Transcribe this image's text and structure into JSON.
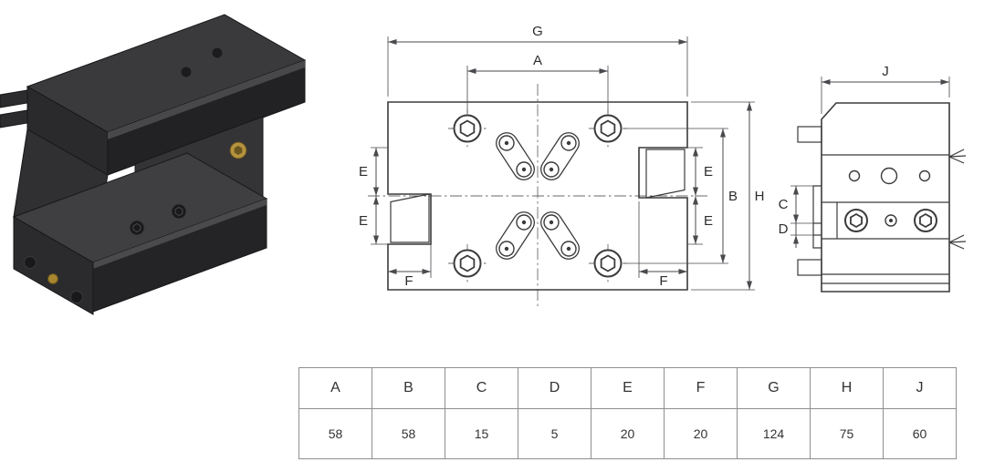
{
  "views": {
    "front": {
      "g": "G",
      "a": "A",
      "e_left_upper": "E",
      "e_left_lower": "E",
      "e_right_upper": "E",
      "e_right_lower": "E",
      "b": "B",
      "h": "H",
      "f_left": "F",
      "f_right": "F"
    },
    "side": {
      "j": "J",
      "c": "C",
      "d": "D"
    }
  },
  "table": {
    "headers": [
      "A",
      "B",
      "C",
      "D",
      "E",
      "F",
      "G",
      "H",
      "J"
    ],
    "values": [
      "58",
      "58",
      "15",
      "5",
      "20",
      "20",
      "124",
      "75",
      "60"
    ]
  },
  "colors": {
    "drawing_line": "#3b3b3d",
    "dimension_line": "#4a4a4e",
    "holder_body_dark": "#232325",
    "holder_body_mid": "#343437",
    "holder_body_light": "#3f3f42",
    "screw_brass": "#b5923e",
    "table_border": "#8f8f8f",
    "table_text": "#333333"
  }
}
